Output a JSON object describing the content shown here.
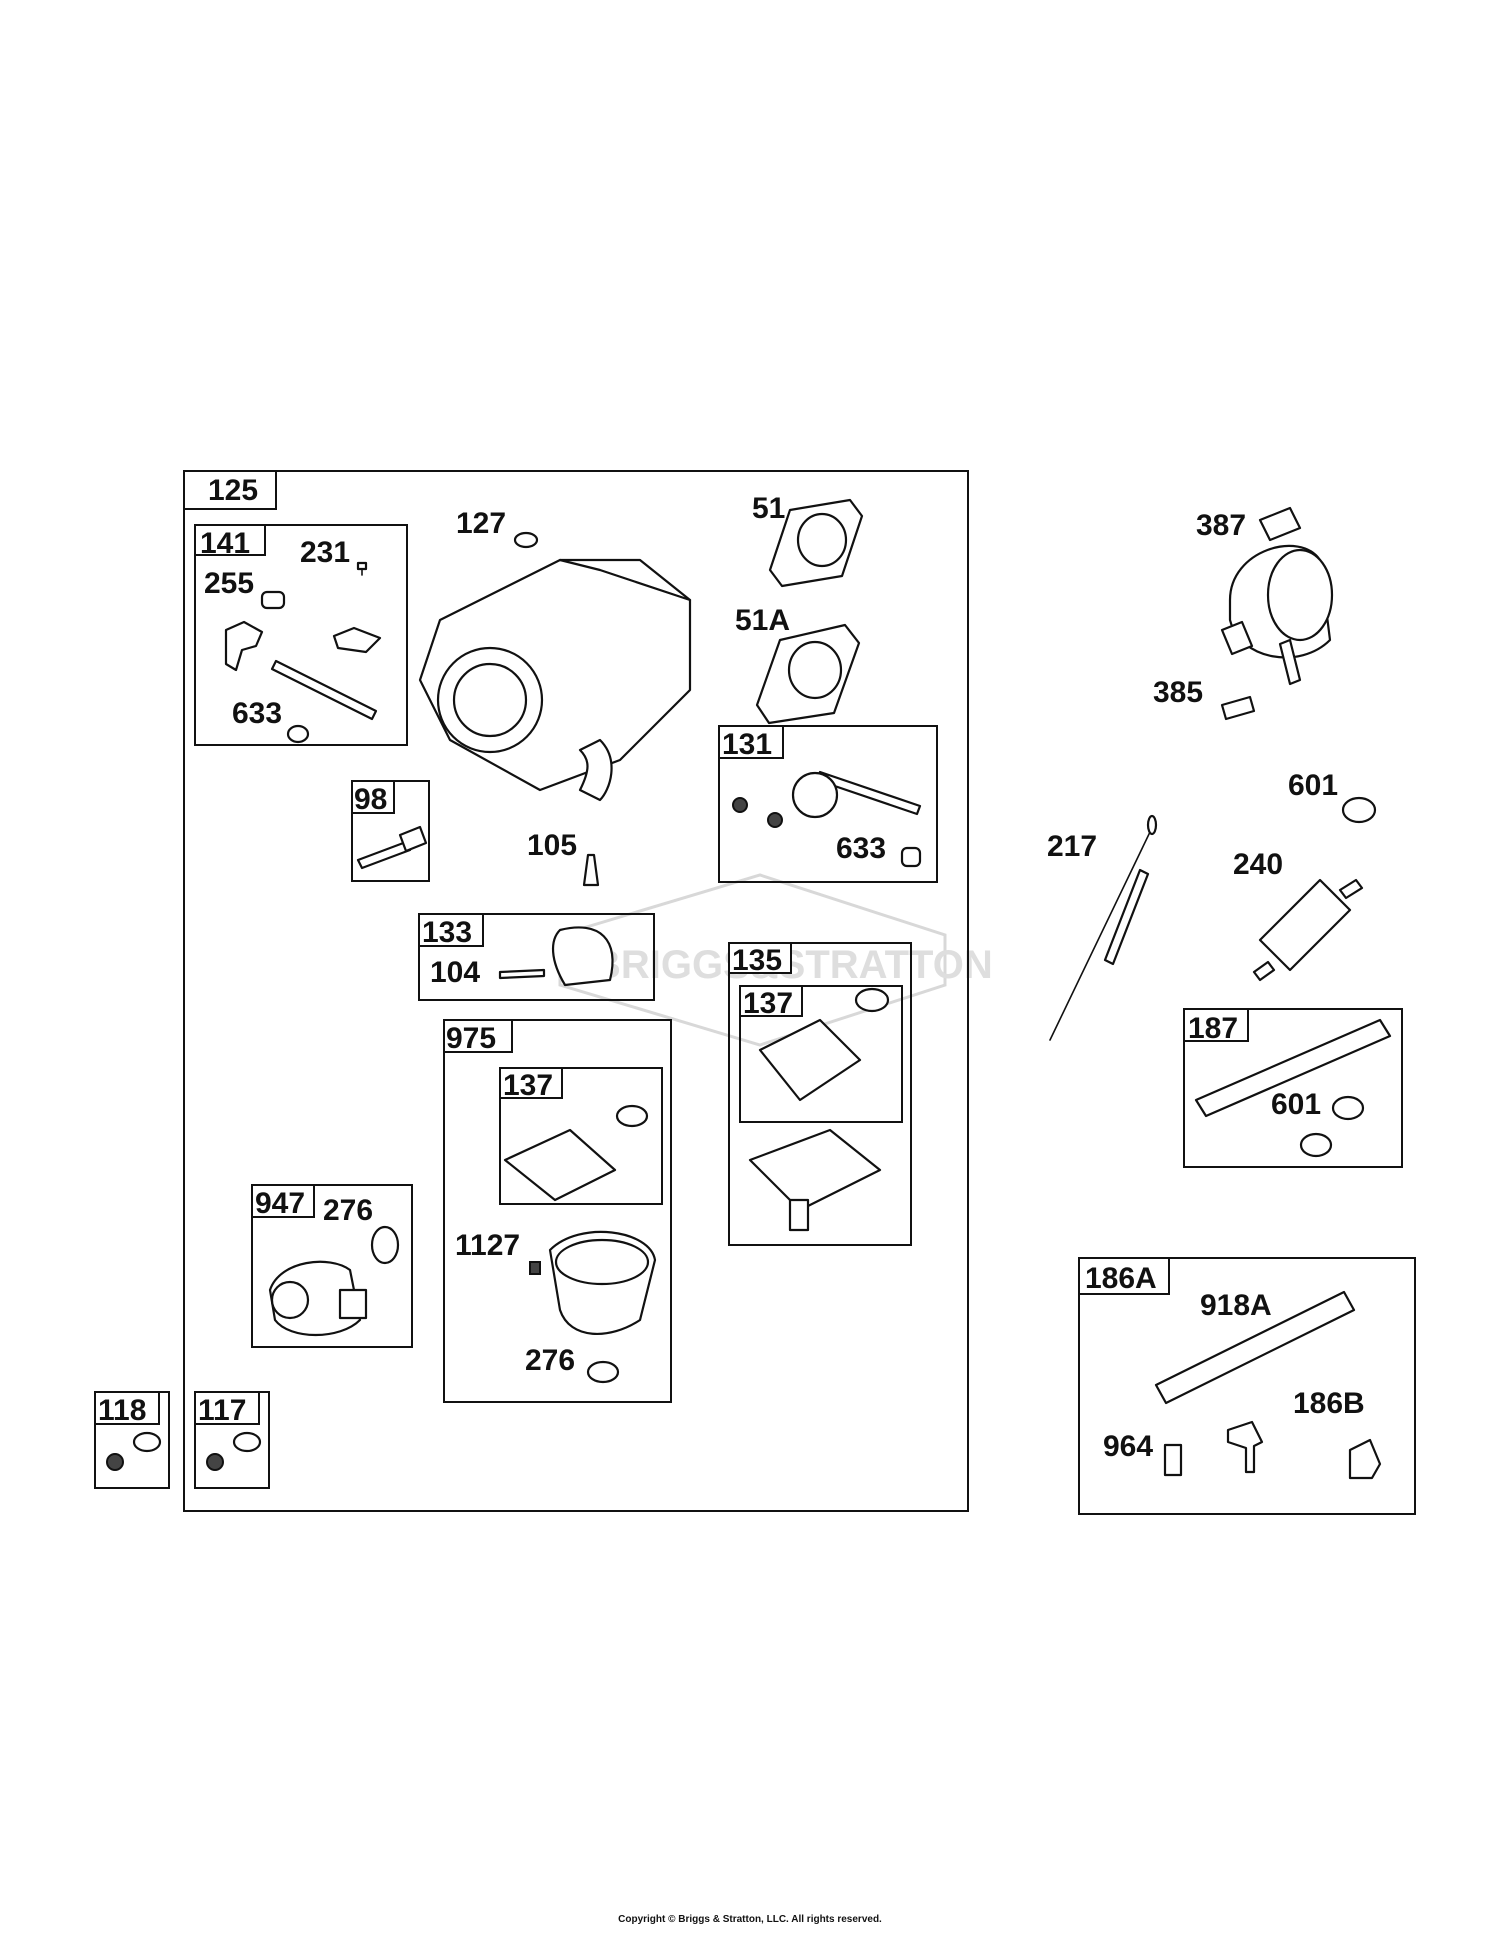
{
  "watermark": "BRIGGS&STRATTON",
  "copyright": "Copyright © Briggs & Stratton, LLC. All rights reserved.",
  "callouts": {
    "c125": "125",
    "c141": "141",
    "c231": "231",
    "c255": "255",
    "c633a": "633",
    "c127": "127",
    "c51": "51",
    "c51A": "51A",
    "c131": "131",
    "c633b": "633",
    "c98": "98",
    "c105": "105",
    "c133": "133",
    "c104": "104",
    "c135": "135",
    "c137a": "137",
    "c975": "975",
    "c137b": "137",
    "c947": "947",
    "c276a": "276",
    "c1127": "1127",
    "c276b": "276",
    "c118": "118",
    "c117": "117",
    "c387": "387",
    "c385": "385",
    "c601a": "601",
    "c217": "217",
    "c240": "240",
    "c187": "187",
    "c601b": "601",
    "c186A": "186A",
    "c918A": "918A",
    "c964": "964",
    "c186B": "186B"
  }
}
